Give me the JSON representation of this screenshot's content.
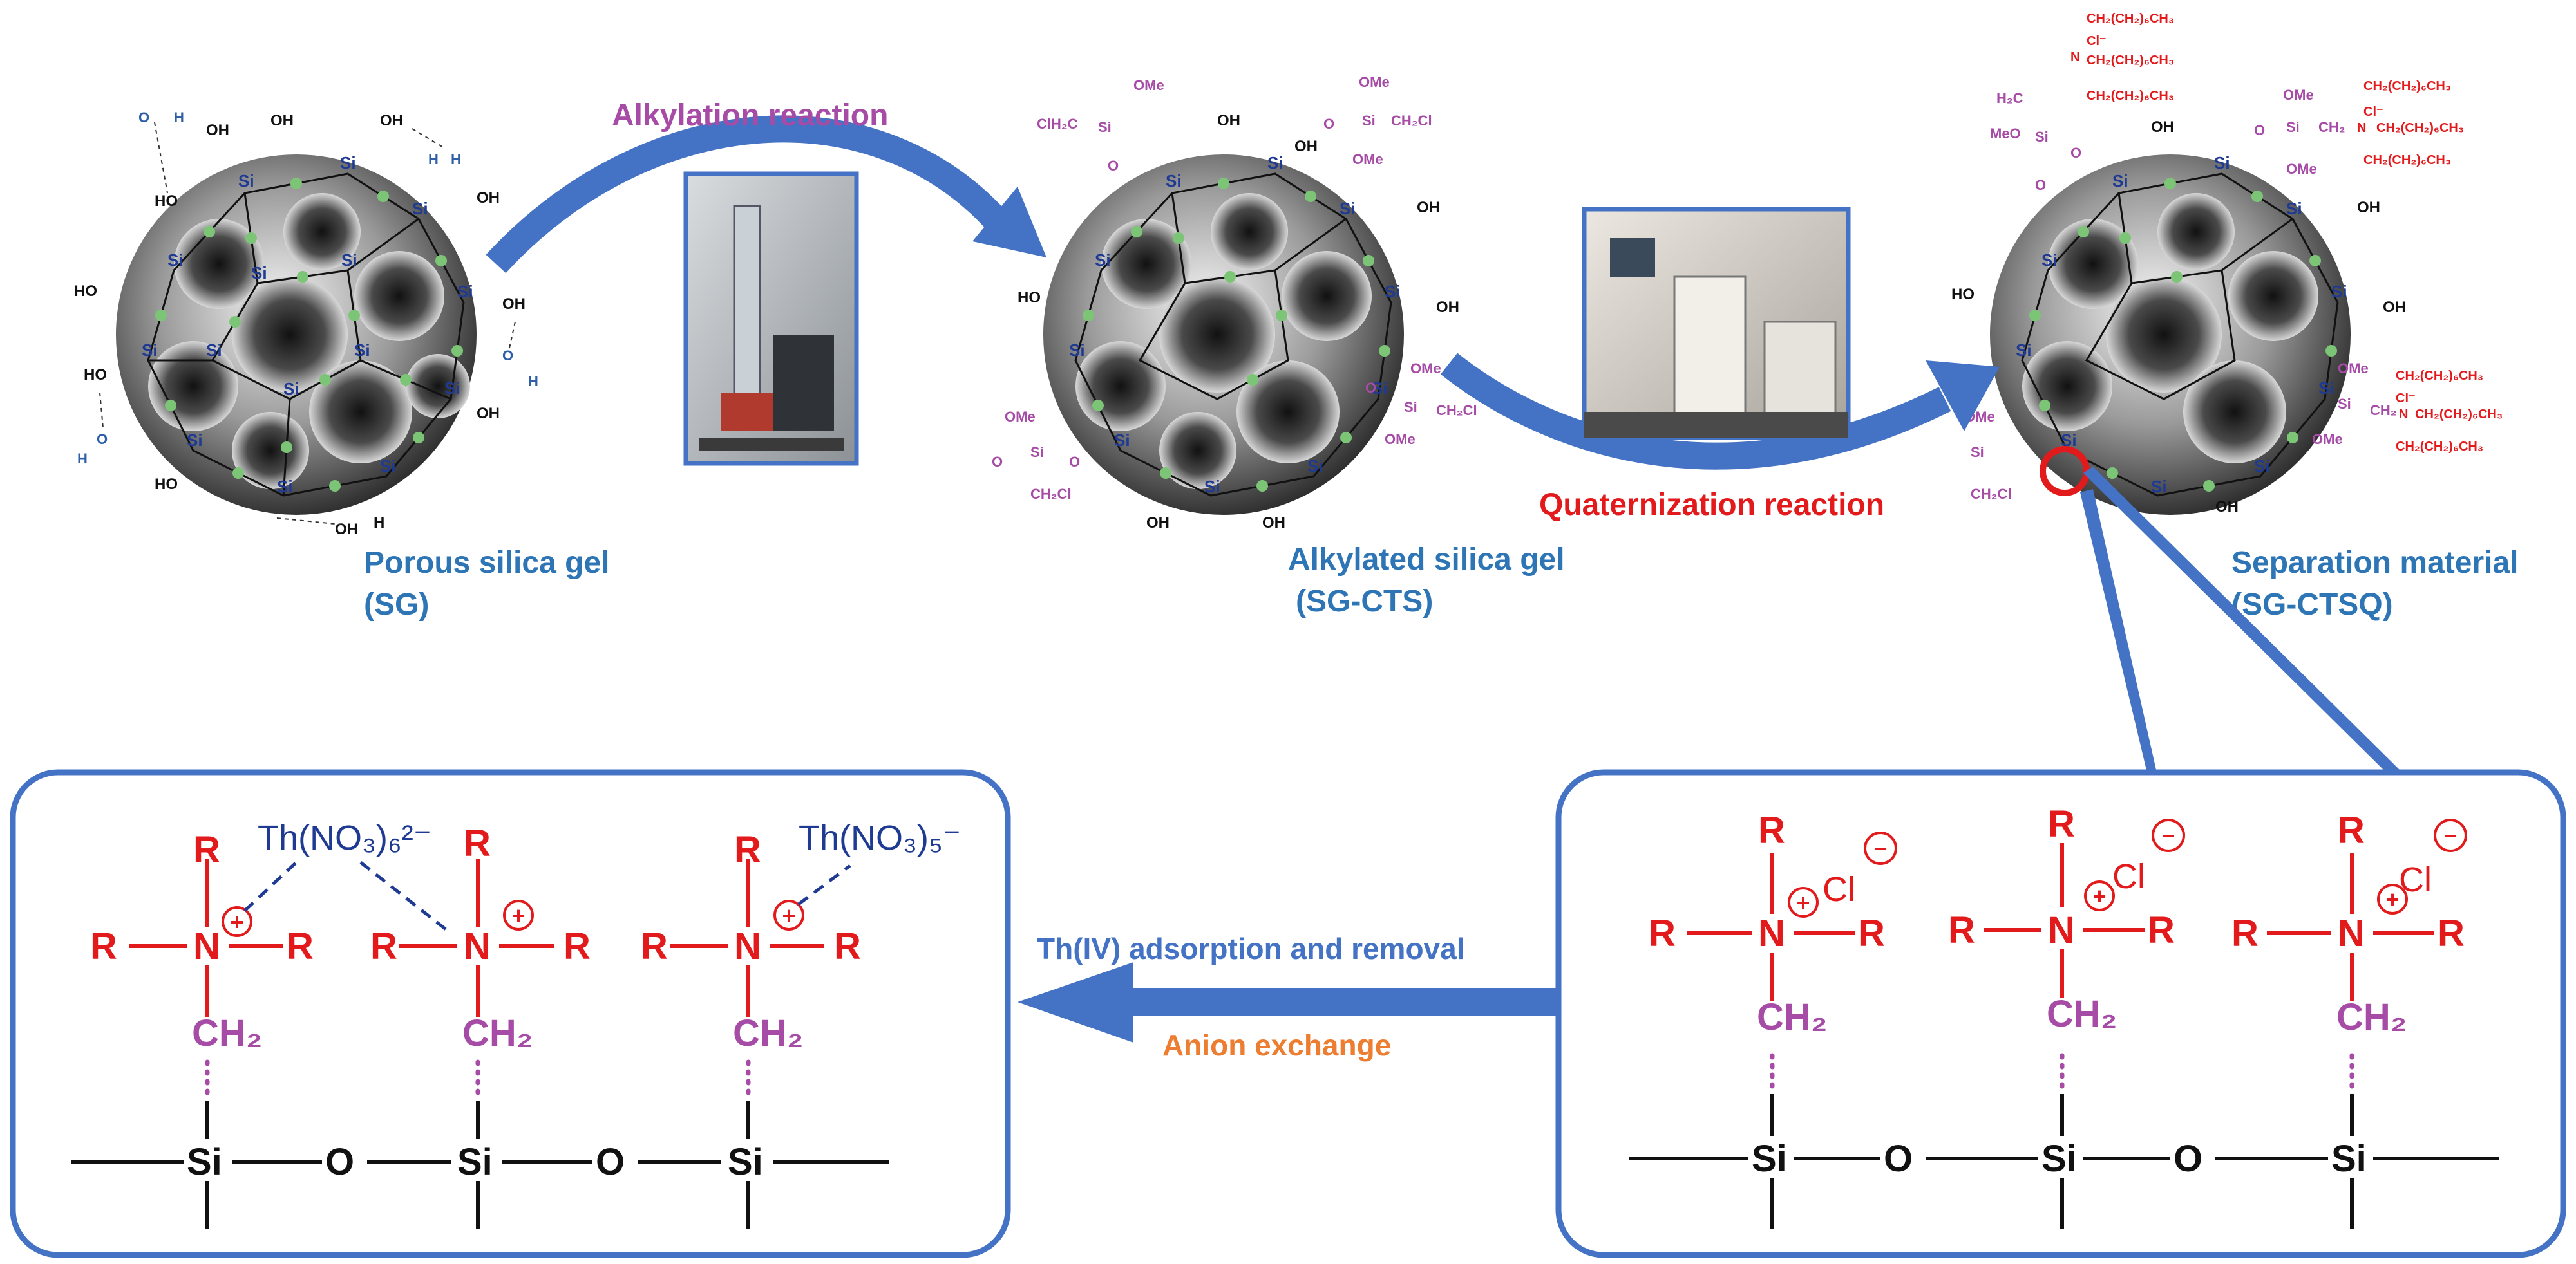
{
  "colors": {
    "blue": "#4472C4",
    "label_blue": "#2E75B6",
    "purple": "#A64CA6",
    "red": "#E31A1C",
    "orange": "#ED7D31",
    "green": "#7CC576",
    "navy": "#1F3A93",
    "black": "#000000"
  },
  "stages": {
    "sg": {
      "line1": "Porous silica gel",
      "line2": "(SG)"
    },
    "cts": {
      "line1": "Alkylated silica gel",
      "line2": "(SG-CTS)"
    },
    "ctsq": {
      "line1": "Separation material",
      "line2": "(SG-CTSQ)"
    }
  },
  "reactions": {
    "alkylation": "Alkylation reaction",
    "quaternization": "Quaternization reaction",
    "adsorption": "Th(IV) adsorption and removal",
    "exchange": "Anion exchange"
  },
  "atoms": {
    "r": "R",
    "n": "N",
    "si": "Si",
    "o": "O",
    "ch2": "CH₂",
    "cl": "Cl",
    "plus": "+",
    "minus": "−",
    "oh": "OH",
    "ho": "HO",
    "h": "H",
    "ome": "OMe",
    "meo": "MeO",
    "ch2cl": "CH₂Cl",
    "clh2c": "ClH₂C",
    "h2c": "H₂C",
    "ch2_short": "CH₂",
    "alkyl": "CH₂(CH₂)₆CH₃",
    "cl_minus": "Cl⁻"
  },
  "complexes": {
    "th6": "Th(NO₃)₆²⁻",
    "th5": "Th(NO₃)₅⁻"
  },
  "icons": {
    "sphere": "porous-silica-sphere",
    "photo1": "reactor-photo",
    "photo2": "rotary-evaporator-photo",
    "highlight": "red-circle-highlight"
  }
}
